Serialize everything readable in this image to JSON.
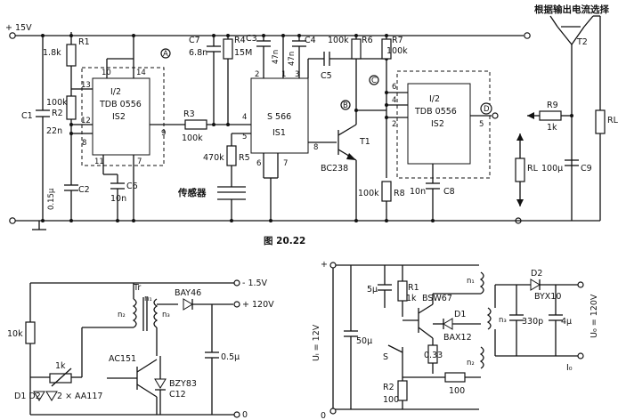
{
  "top": {
    "supply": "+ 15V",
    "note": "根据输出电流选择",
    "figure": "图 20.22"
  },
  "nodes": {
    "A": "A",
    "B": "B",
    "C": "C",
    "D": "D"
  },
  "components": {
    "R1": {
      "name": "R1",
      "value": "1.8k"
    },
    "R2": {
      "name": "R2",
      "value": "100k"
    },
    "C1": {
      "name": "C1",
      "value": "22n"
    },
    "C2": {
      "name": "C2",
      "value": "0.15μ"
    },
    "C6": {
      "name": "C6",
      "value": "10n"
    },
    "C7": {
      "name": "C7",
      "value": "6.8n"
    },
    "R4": {
      "name": "R4",
      "value": "15M"
    },
    "C3": {
      "name": "C3",
      "value": "47n"
    },
    "C4": {
      "name": "C4",
      "value": "47n"
    },
    "C5": {
      "name": "C5"
    },
    "R3": {
      "name": "R3",
      "value": "100k"
    },
    "R5": {
      "name": "R5",
      "value": "470k"
    },
    "R6": {
      "name": "R6",
      "value": "100k"
    },
    "R7": {
      "name": "R7",
      "value": "100k"
    },
    "R8": {
      "name": "R8",
      "value": "100k"
    },
    "C8": {
      "name": "C8",
      "value": "10n"
    },
    "R9": {
      "name": "R9",
      "value": "1k"
    },
    "C9": {
      "name": "C9",
      "value": "100μ"
    },
    "RL": {
      "name": "RL"
    },
    "T1": {
      "name": "T1",
      "type": "BC238"
    },
    "T2": {
      "name": "T2"
    },
    "sensor": "传感器"
  },
  "ics": {
    "ic_left": {
      "line1": "I/2",
      "line2": "TDB 0556",
      "line3": "IS2"
    },
    "ic_mid": {
      "line1": "S 566",
      "line2": "IS1"
    },
    "ic_right": {
      "line1": "I/2",
      "line2": "TDB 0556",
      "line3": "IS2"
    }
  },
  "pins": {
    "left_ic": [
      "10",
      "14",
      "13",
      "12",
      "8",
      "9",
      "11",
      "7"
    ],
    "mid_ic": [
      "2",
      "1",
      "3",
      "4",
      "5",
      "8",
      "6",
      "7"
    ],
    "right_ic": [
      "6",
      "4",
      "2",
      "5"
    ]
  },
  "bottom_left": {
    "supply_neg": "- 1.5V",
    "supply_pos": "+ 120V",
    "zero": "0",
    "transformer": "Tr",
    "n1": "n₁",
    "n2": "n₂",
    "n3": "n₃",
    "diode": "BAY46",
    "capacitor": "0.5μ",
    "resistor_10k": "10k",
    "pot_1k": "1k",
    "diodes": "D1 D2",
    "diodes_type": "2 × AA117",
    "transistor": "AC151",
    "zener": "BZY83",
    "zener_type": "C12"
  },
  "bottom_right": {
    "plus": "+",
    "zero": "0",
    "input": "Uᵢ = 12V",
    "cap_5u": "5μ",
    "cap_50u": "50μ",
    "R1": "R1",
    "R1_value": "1k",
    "transistor": "BSW67",
    "D1": "D1",
    "D1_type": "BAX12",
    "switch": "S",
    "res_033": "0.33",
    "R2": "R2",
    "R2_value": "100",
    "res_100": "100",
    "n1": "n₁",
    "n2": "n₂",
    "n3": "n₃",
    "D2": "D2",
    "D2_type": "BYX10",
    "cap_330p": "330p",
    "cap_4u": "4μ",
    "output": "U₀ = 120V",
    "output_current": "I₀"
  }
}
